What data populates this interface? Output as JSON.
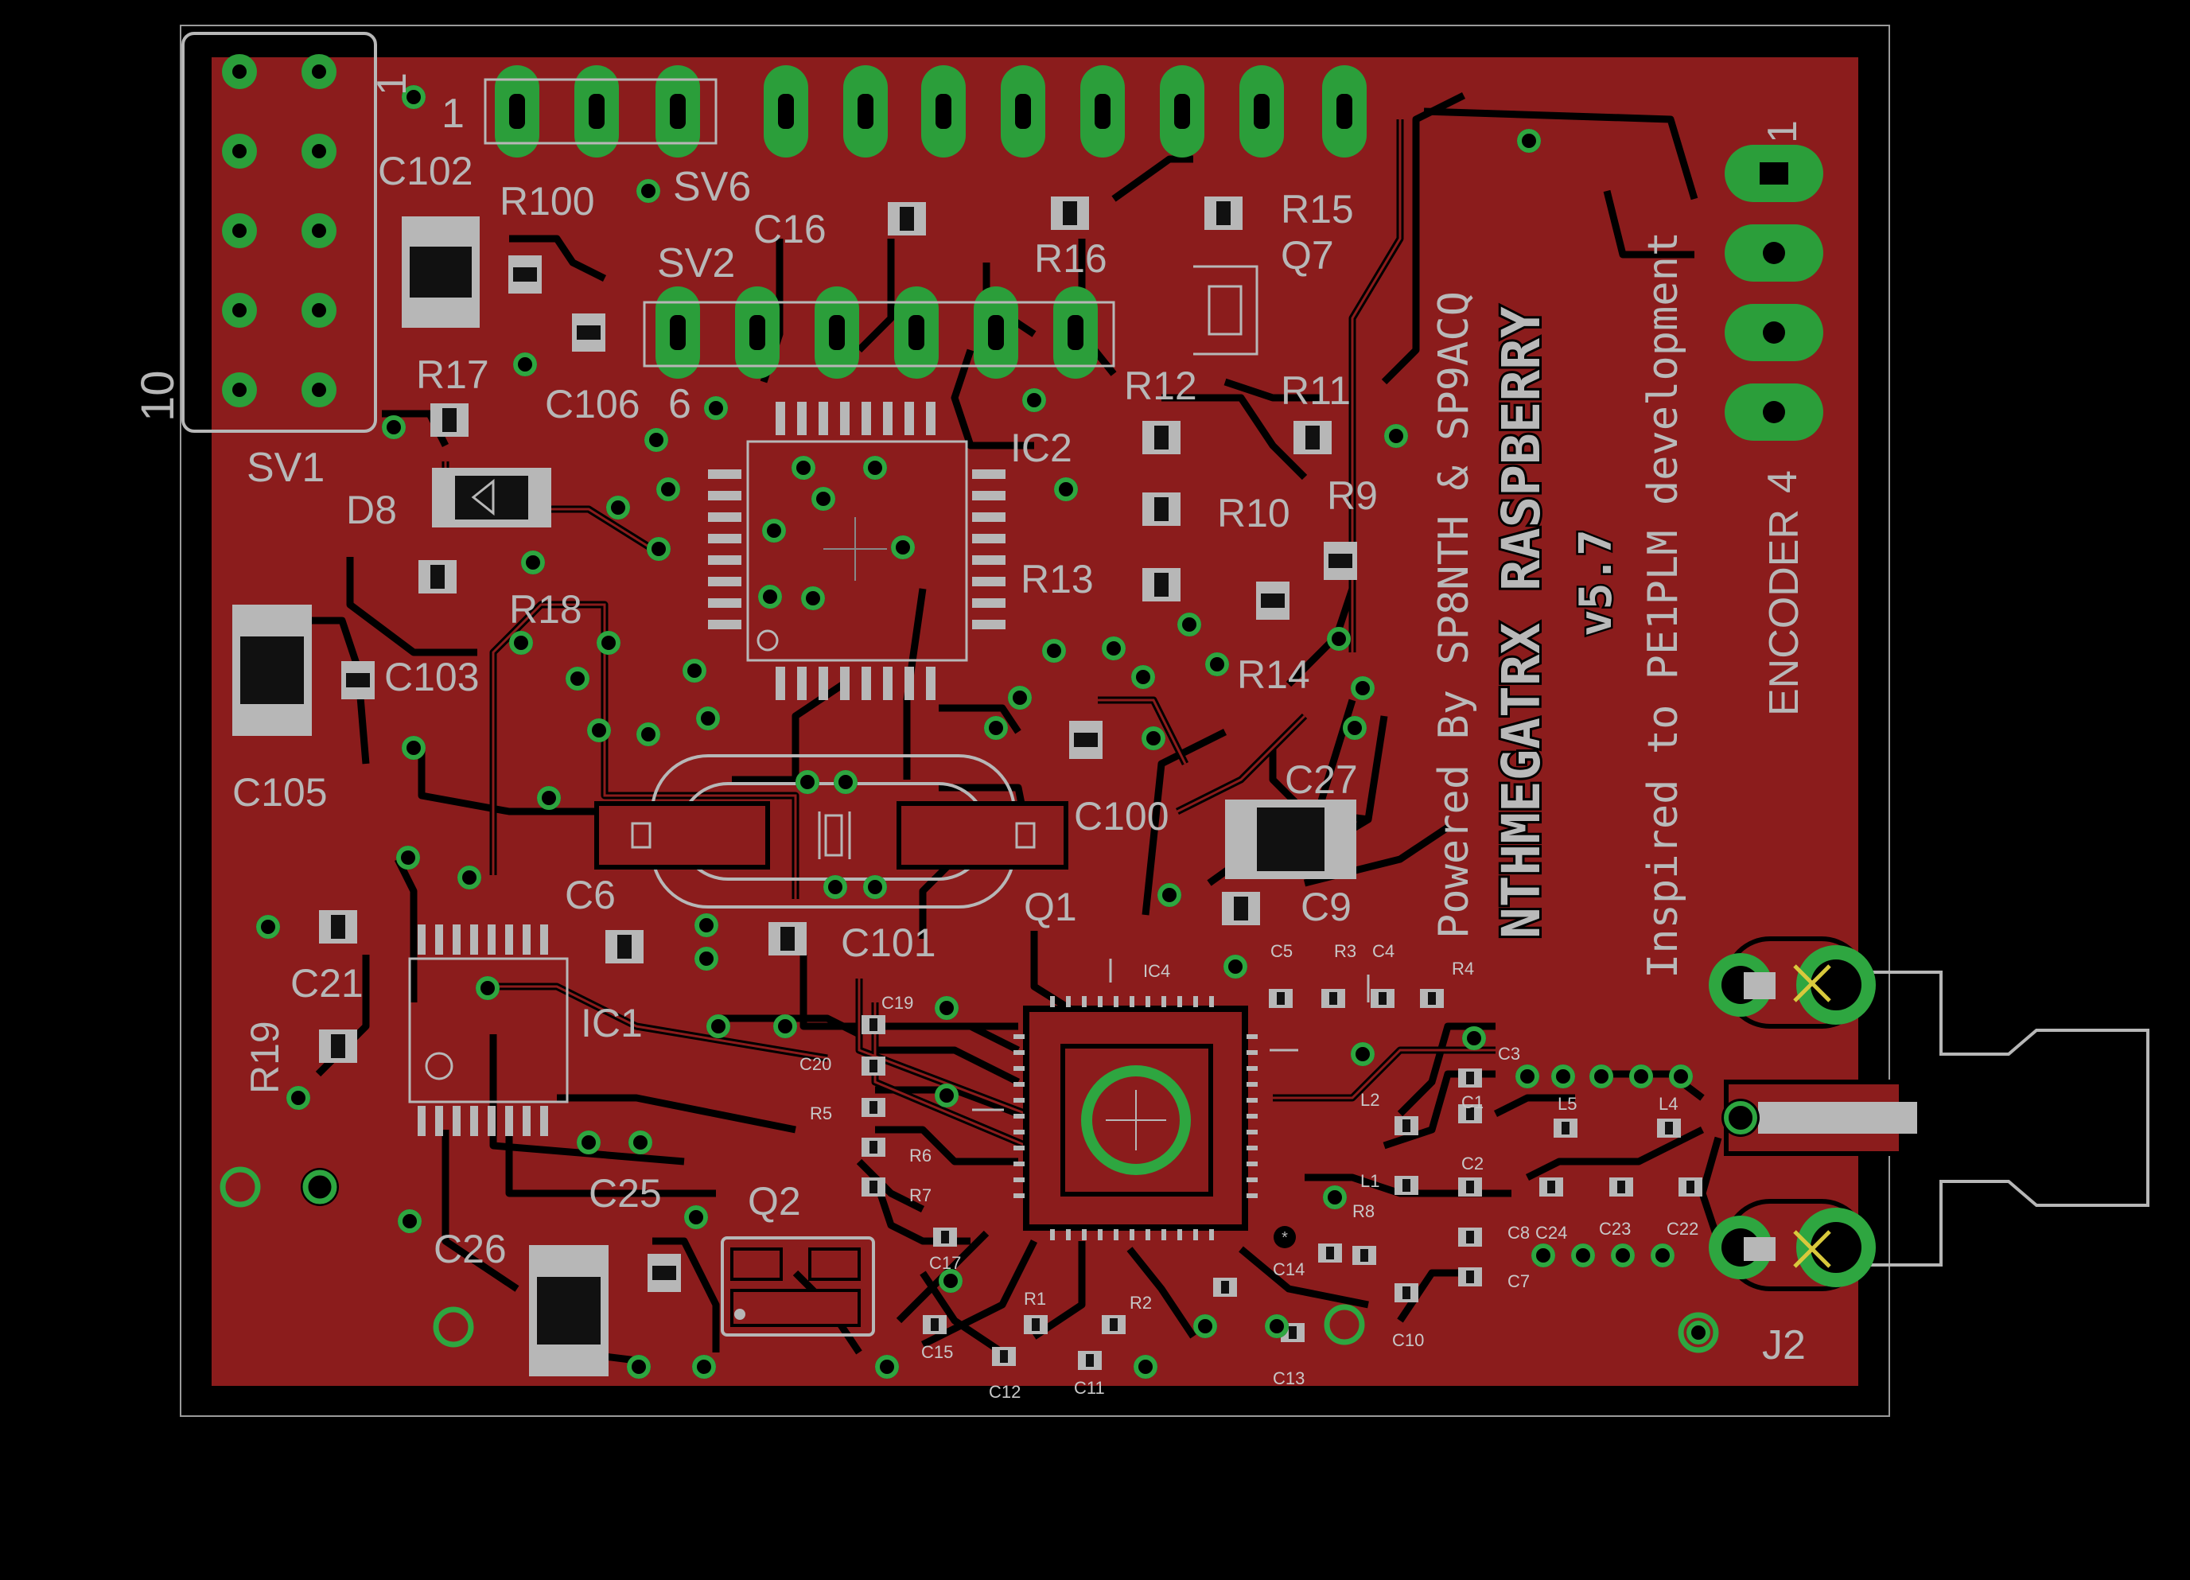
{
  "board": {
    "colors": {
      "background": "#000000",
      "copper": "#8b1c1c",
      "copper_dark": "#5e0e0e",
      "pad_smd": "#b7b7b7",
      "pad_tht": "#2b9e3a",
      "via": "#2ea640",
      "silkscreen": "#b7b7b7",
      "marker": "#d8c93c"
    },
    "branding": {
      "title": "NTHMEGATRX RASPBERRY",
      "version": "v5.7",
      "credit": "Powered By SP8NTH & SP9ACQ",
      "inspired": "Inspired to PE1PLM development"
    },
    "headers": {
      "sv1_name": "SV1",
      "sv1_pin": "10",
      "sv1_pin1": "1",
      "sv6_name": "SV6",
      "sv6_pin1": "1",
      "sv2_name": "SV2",
      "sv2_pin": "6",
      "encoder_name": "ENCODER",
      "encoder_pin1": "1",
      "encoder_pin4": "4",
      "j2_name": "J2"
    },
    "labels": {
      "large": [
        "C102",
        "R100",
        "C16",
        "R16",
        "R15",
        "Q7",
        "R17",
        "C106",
        "R12",
        "R11",
        "IC2",
        "D8",
        "R10",
        "R9",
        "R13",
        "R18",
        "R14",
        "C103",
        "C105",
        "C27",
        "C100",
        "C6",
        "C9",
        "Q1",
        "C101",
        "C21",
        "IC1",
        "R19",
        "C25",
        "Q2",
        "C26"
      ],
      "small": [
        "IC4",
        "C5",
        "R3",
        "C4",
        "R4",
        "C19",
        "C20",
        "R5",
        "R6",
        "R7",
        "C17",
        "C15",
        "R1",
        "R2",
        "C12",
        "C11",
        "C3",
        "L2",
        "C1",
        "L5",
        "L4",
        "L1",
        "C2",
        "R8",
        "C14",
        "C13",
        "C8",
        "C24",
        "C23",
        "C22",
        "C7",
        "C10"
      ]
    }
  }
}
